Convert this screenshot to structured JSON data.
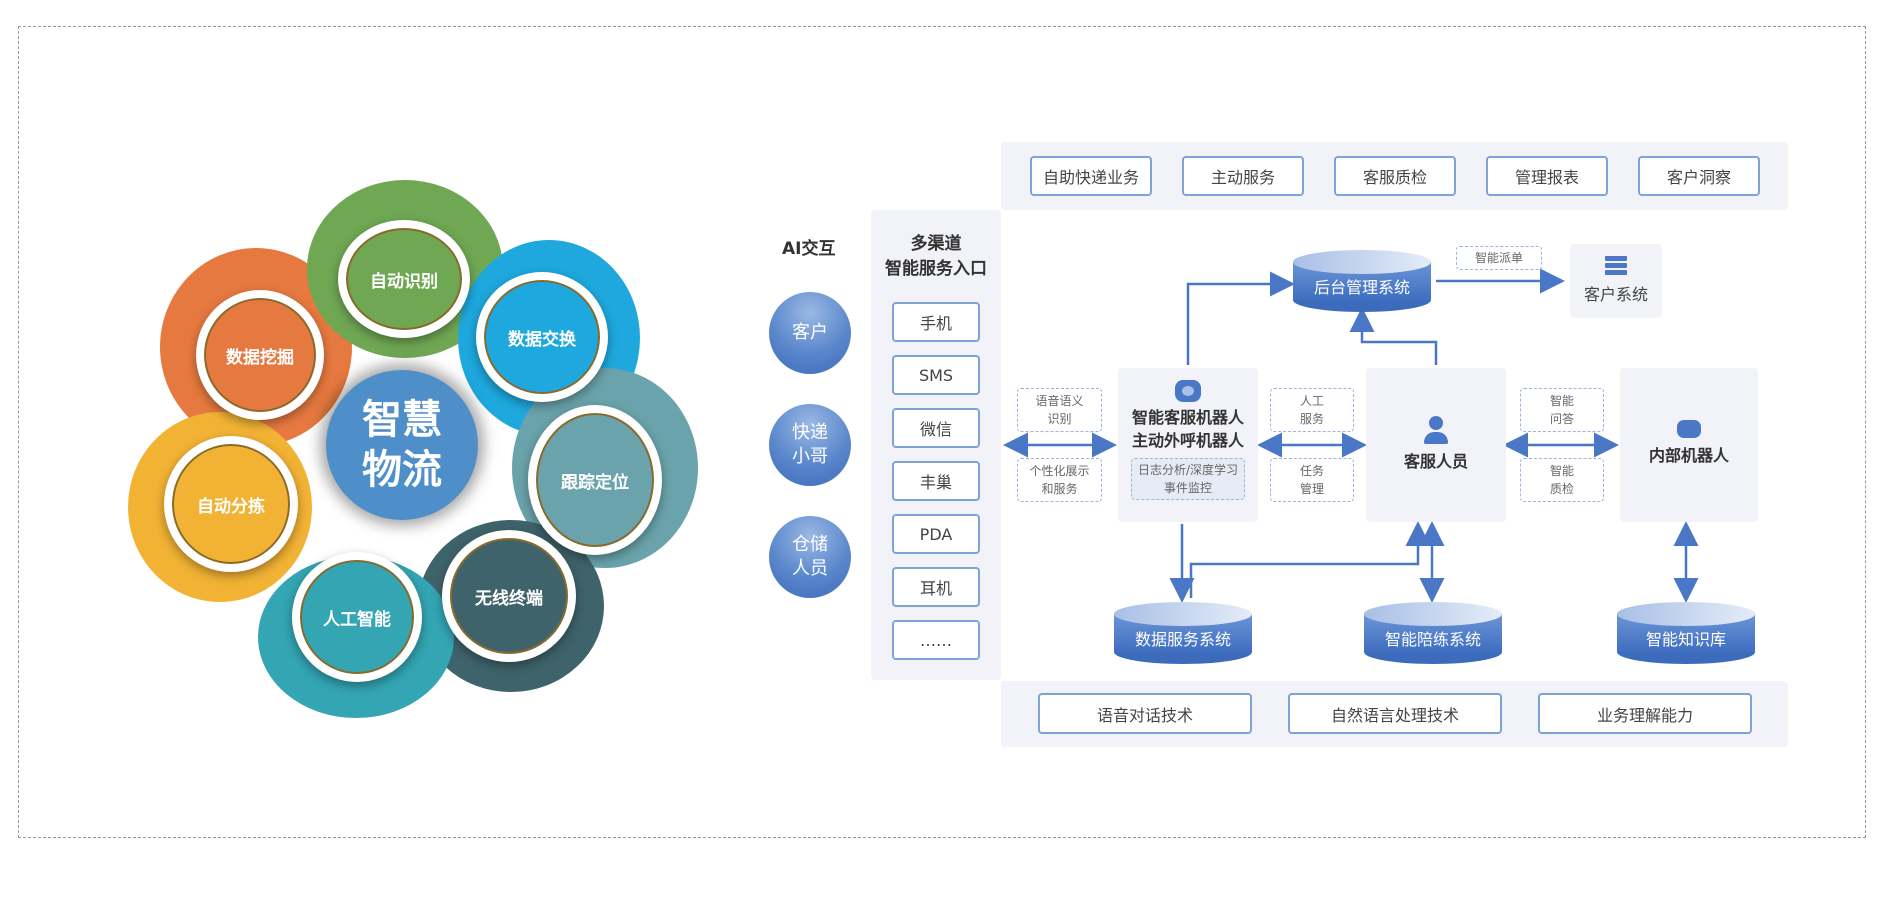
{
  "left": {
    "center": [
      "智慧",
      "物流"
    ],
    "petals": [
      {
        "label": "自动识别",
        "color": "#6fa753"
      },
      {
        "label": "数据交换",
        "color": "#1ea8dd"
      },
      {
        "label": "跟踪定位",
        "color": "#6aa3ab"
      },
      {
        "label": "无线终端",
        "color": "#3f636b"
      },
      {
        "label": "人工智能",
        "color": "#33a5b3"
      },
      {
        "label": "自动分拣",
        "color": "#f2b234"
      },
      {
        "label": "数据挖掘",
        "color": "#e6793f"
      }
    ],
    "core_color": "#4f8fc9"
  },
  "right": {
    "ai_title": "AI交互",
    "actors": [
      "客户",
      "快递\n小哥",
      "仓储\n人员"
    ],
    "channel_title": [
      "多渠道",
      "智能服务入口"
    ],
    "channels": [
      "手机",
      "SMS",
      "微信",
      "丰巢",
      "PDA",
      "耳机",
      "……"
    ],
    "top_services": [
      "自助快递业务",
      "主动服务",
      "客服质检",
      "管理报表",
      "客户洞察"
    ],
    "bottom_tech": [
      "语音对话技术",
      "自然语言处理技术",
      "业务理解能力"
    ],
    "robot_node": {
      "title": [
        "智能客服机器人",
        "主动外呼机器人"
      ],
      "sub": [
        "日志分析/深度学习",
        "事件监控"
      ]
    },
    "agent_node": {
      "title": "客服人员"
    },
    "internal_node": {
      "title": "内部机器人"
    },
    "client_system": {
      "title": "客户系统"
    },
    "dispatch_label": "智能派单",
    "left_labels": [
      [
        "语音语义",
        "识别"
      ],
      [
        "个性化展示",
        "和服务"
      ]
    ],
    "middle_labels": [
      [
        "人工",
        "服务"
      ],
      [
        "任务",
        "管理"
      ]
    ],
    "right_labels": [
      [
        "智能",
        "问答"
      ],
      [
        "智能",
        "质检"
      ]
    ],
    "databases": {
      "backend": "后台管理系统",
      "data_service": "数据服务系统",
      "training": "智能陪练系统",
      "knowledge": "智能知识库"
    },
    "accent": "#4a78c6"
  }
}
